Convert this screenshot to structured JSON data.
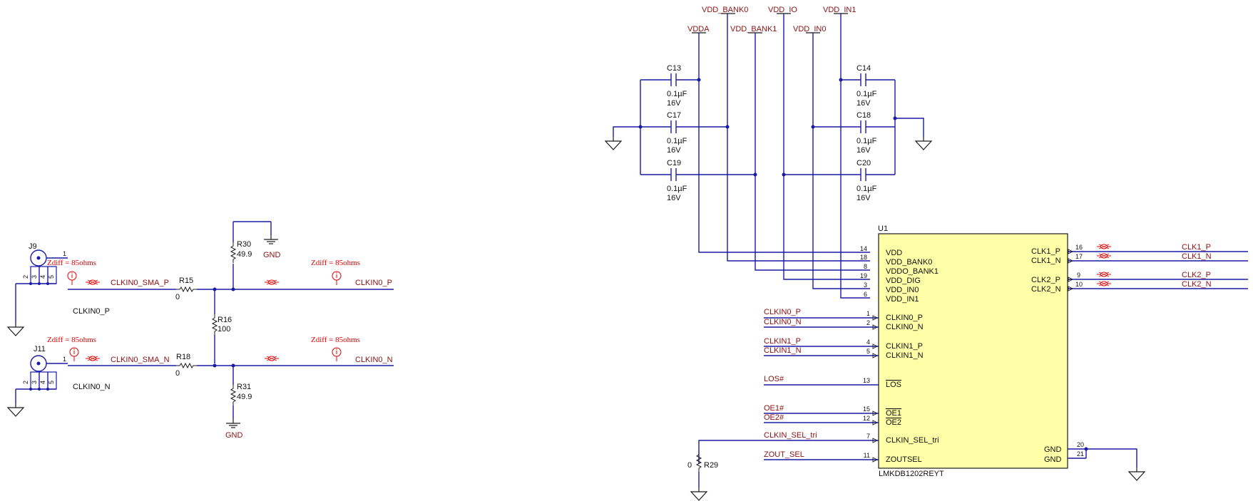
{
  "zdiff_label": "Zdiff = 85ohms",
  "left": {
    "j9": {
      "ref": "J9",
      "signal": "CLKIN0_P",
      "pins": [
        "1",
        "2",
        "3",
        "4",
        "5"
      ]
    },
    "j11": {
      "ref": "J11",
      "signal": "CLKIN0_N",
      "pins": [
        "1",
        "2",
        "3",
        "4",
        "5"
      ]
    },
    "nets": {
      "sma_p": "CLKIN0_SMA_P",
      "sma_n": "CLKIN0_SMA_N",
      "out_p": "CLKIN0_P",
      "out_n": "CLKIN0_N"
    },
    "r15": {
      "ref": "R15",
      "value": "0"
    },
    "r18": {
      "ref": "R18",
      "value": "0"
    },
    "r16": {
      "ref": "R16",
      "value": "100"
    },
    "r30": {
      "ref": "R30",
      "value": "49.9"
    },
    "r31": {
      "ref": "R31",
      "value": "49.9"
    },
    "gnd": "GND"
  },
  "power": {
    "vdda": "VDDA",
    "vdd_bank0": "VDD_BANK0",
    "vdd_bank1": "VDD_BANK1",
    "vdd_io": "VDD_IO",
    "vdd_in0": "VDD_IN0",
    "vdd_in1": "VDD_IN1"
  },
  "caps": [
    {
      "ref": "C13",
      "value": "0.1µF",
      "voltage": "16V"
    },
    {
      "ref": "C17",
      "value": "0.1µF",
      "voltage": "16V"
    },
    {
      "ref": "C19",
      "value": "0.1µF",
      "voltage": "16V"
    },
    {
      "ref": "C14",
      "value": "0.1µF",
      "voltage": "16V"
    },
    {
      "ref": "C18",
      "value": "0.1µF",
      "voltage": "16V"
    },
    {
      "ref": "C20",
      "value": "0.1µF",
      "voltage": "16V"
    }
  ],
  "u1": {
    "ref": "U1",
    "part": "LMKDB1202REYT",
    "left_pins": [
      {
        "num": "14",
        "name": "VDD"
      },
      {
        "num": "18",
        "name": "VDD_BANK0"
      },
      {
        "num": "8",
        "name": "VDDO_BANK1"
      },
      {
        "num": "19",
        "name": "VDD_DIG"
      },
      {
        "num": "3",
        "name": "VDD_IN0"
      },
      {
        "num": "6",
        "name": "VDD_IN1"
      },
      {
        "num": "1",
        "name": "CLKIN0_P"
      },
      {
        "num": "2",
        "name": "CLKIN0_N"
      },
      {
        "num": "4",
        "name": "CLKIN1_P"
      },
      {
        "num": "5",
        "name": "CLKIN1_N"
      },
      {
        "num": "13",
        "name": "LOS"
      },
      {
        "num": "15",
        "name": "OE1"
      },
      {
        "num": "12",
        "name": "OE2"
      },
      {
        "num": "7",
        "name": "CLKIN_SEL_tri"
      },
      {
        "num": "11",
        "name": "ZOUTSEL"
      }
    ],
    "right_pins": [
      {
        "num": "16",
        "name": "CLK1_P"
      },
      {
        "num": "17",
        "name": "CLK1_N"
      },
      {
        "num": "9",
        "name": "CLK2_P"
      },
      {
        "num": "10",
        "name": "CLK2_N"
      },
      {
        "num": "20",
        "name": "GND"
      },
      {
        "num": "21",
        "name": "GND"
      }
    ]
  },
  "input_nets": [
    "CLKIN0_P",
    "CLKIN0_N",
    "CLKIN1_P",
    "CLKIN1_N",
    "LOS#",
    "OE1#",
    "OE2#",
    "CLKIN_SEL_tri",
    "ZOUT_SEL"
  ],
  "output_nets": [
    "CLK1_P",
    "CLK1_N",
    "CLK2_P",
    "CLK2_N"
  ],
  "r29": {
    "ref": "R29",
    "value": "0"
  },
  "colors": {
    "wire": "#1a1aa6",
    "net_label": "#8b1010",
    "zdiff": "#e00000",
    "ic_fill": "#ffffa8"
  }
}
